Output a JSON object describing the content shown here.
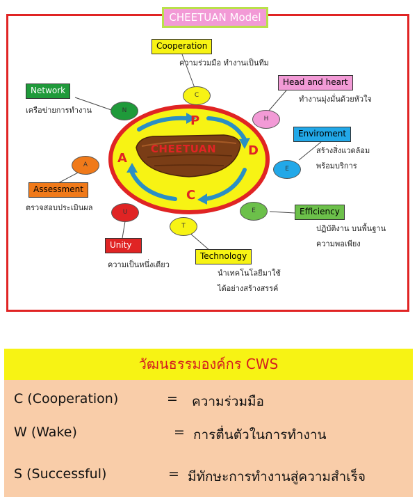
{
  "model": {
    "title": "CHEETUAN Model",
    "center_word": "CHEETUAN",
    "cycle_letters": {
      "p": "P",
      "d": "D",
      "c": "C",
      "a": "A"
    },
    "components": [
      {
        "key": "cooperation",
        "label": "Cooperation",
        "node": "C",
        "desc": [
          "ความร่วมมือ ทำงานเป็นทีม"
        ],
        "color": "#f7f314"
      },
      {
        "key": "head",
        "label": "Head and heart",
        "node": "H",
        "desc": [
          "ทำงานมุ่งมั่นด้วยหัวใจ"
        ],
        "color": "#f29ad6"
      },
      {
        "key": "enviroment",
        "label": "Enviroment",
        "node": "E",
        "desc": [
          "สร้างสิ่งแวดล้อม",
          "พร้อมบริการ"
        ],
        "color": "#22a8e8"
      },
      {
        "key": "efficiency",
        "label": "Efficiency",
        "node": "E",
        "desc": [
          "ปฏิบัติงาน บนพื้นฐาน",
          "ความพอเพียง"
        ],
        "color": "#6cc04a"
      },
      {
        "key": "technology",
        "label": "Technology",
        "node": "T",
        "desc": [
          "นำเทคโนโลยีมาใช้",
          "ได้อย่างสร้างสรรค์"
        ],
        "color": "#f7f314"
      },
      {
        "key": "unity",
        "label": "Unity",
        "node": "U",
        "desc": [
          "ความเป็นหนึ่งเดียว"
        ],
        "color": "#e02424"
      },
      {
        "key": "assessment",
        "label": "Assessment",
        "node": "A",
        "desc": [
          "ตรวจสอบประเมินผล"
        ],
        "color": "#f07a1a"
      },
      {
        "key": "network",
        "label": "Network",
        "node": "N",
        "desc": [
          "เครือข่ายการทำงาน"
        ],
        "color": "#1f9a3a"
      }
    ]
  },
  "cws": {
    "title": "วัฒนธรรมองค์กร CWS",
    "rows": [
      {
        "term": "C (Cooperation)",
        "eq": "=",
        "meaning": "ความร่วมมือ"
      },
      {
        "term": "W (Wake)",
        "eq": "=",
        "meaning": "การตื่นตัวในการทำงาน"
      },
      {
        "term": "S (Successful)",
        "eq": "=",
        "meaning": "มีทักษะการทำงานสู่ความสำเร็จ"
      }
    ]
  }
}
